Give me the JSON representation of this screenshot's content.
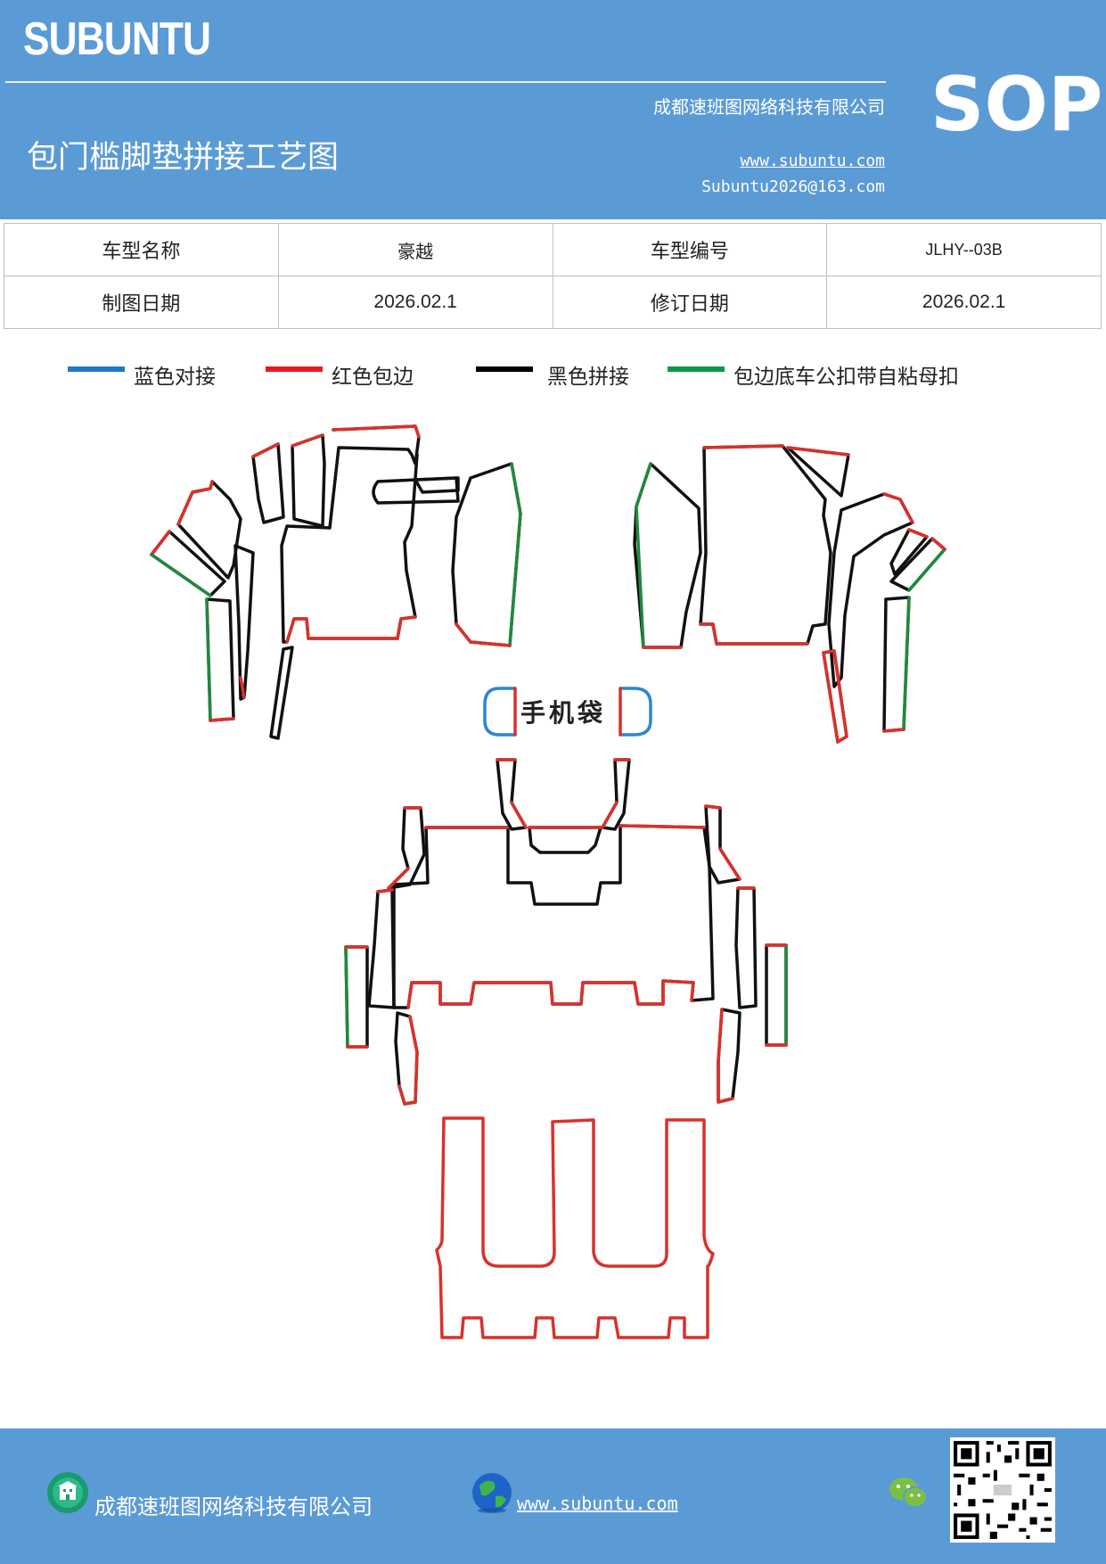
{
  "header": {
    "brand": "SUBUNTU",
    "company": "成都速班图网络科技有限公司",
    "doc_title": "包门槛脚垫拼接工艺图",
    "website": "www.subuntu.com",
    "email": "Subuntu2026@163.com",
    "badge": "SOP"
  },
  "info_table": {
    "model_name_label": "车型名称",
    "model_name": "豪越",
    "model_code_label": "车型编号",
    "model_code": "JLHY--03B",
    "draw_date_label": "制图日期",
    "draw_date": "2026.02.1",
    "revise_date_label": "修订日期",
    "revise_date": "2026.02.1"
  },
  "legend": [
    {
      "label": "蓝色对接",
      "color": "#1f78c8"
    },
    {
      "label": "红色包边",
      "color": "#e8191e"
    },
    {
      "label": "黑色拼接",
      "color": "#000000"
    },
    {
      "label": "包边底车公扣带自粘母扣",
      "color": "#0a9a48"
    }
  ],
  "diagram": {
    "phone_pocket_label": "手机袋",
    "stroke_colors": {
      "red": "#d9312b",
      "black": "#111111",
      "green": "#1f8a3c",
      "blue": "#2a86d4"
    }
  },
  "footer": {
    "company": "成都速班图网络科技有限公司",
    "website": "www.subuntu.com ",
    "icons": [
      "building-icon",
      "globe-icon",
      "wechat-icon",
      "qr-code"
    ]
  }
}
